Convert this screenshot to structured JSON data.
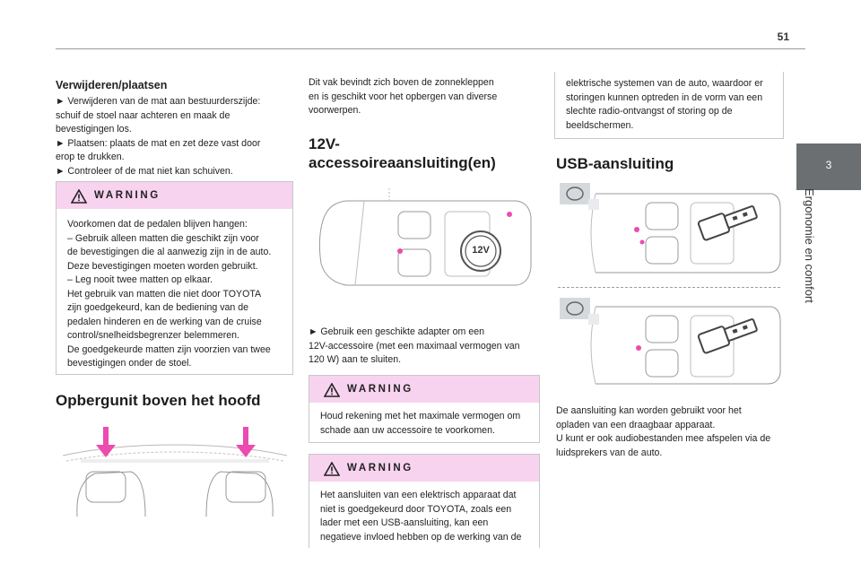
{
  "page_number": "51",
  "side_tab": {
    "number": "3",
    "label": "Ergonomie en comfort"
  },
  "col1": {
    "heading": "Verwijderen/plaatsen",
    "text": "► Verwijderen van de mat aan bestuurderszijde:\nschuif de stoel naar achteren en maak de\nbevestigingen los.\n► Plaatsen: plaats de mat en zet deze vast door\nerop te drukken.\n► Controleer of de mat niet kan schuiven.",
    "warning_title": "WARNING",
    "warning_text": "Voorkomen dat de pedalen blijven hangen:\n– Gebruik alleen matten die geschikt zijn voor\nde bevestigingen die al aanwezig zijn in de auto.\nDeze bevestigingen moeten worden gebruikt.\n– Leg nooit twee matten op elkaar.\nHet gebruik van matten die niet door TOYOTA\nzijn goedgekeurd, kan de bediening van de\npedalen hinderen en de werking van de cruise\ncontrol/snelheidsbegrenzer belemmeren.\nDe goedgekeurde matten zijn voorzien van twee\nbevestigingen onder de stoel.",
    "section_heading": "Opbergunit boven het hoofd"
  },
  "col2": {
    "intro_text": "Dit vak bevindt zich boven de zonnekleppen\nen is geschikt voor het opbergen van diverse\nvoorwerpen.",
    "section_heading_line1": "12V-",
    "section_heading_line2": "accessoireaansluiting(en)",
    "socket_label": "12V",
    "instruction_text": "► Gebruik een geschikte adapter om een\n12V-accessoire (met een maximaal vermogen van\n120 W) aan te sluiten.",
    "warning1_title": "WARNING",
    "warning1_text": "Houd rekening met het maximale vermogen om\nschade aan uw accessoire te voorkomen.",
    "warning2_title": "WARNING",
    "warning2_text": "Het aansluiten van een elektrisch apparaat dat\nniet is goedgekeurd door TOYOTA, zoals een\nlader met een USB-aansluiting, kan een\nnegatieve invloed hebben op de werking van de"
  },
  "col3": {
    "warning_cont_text": "elektrische systemen van de auto, waardoor er\nstoringen kunnen optreden in de vorm van een\nslechte radio-ontvangst of storing op de\nbeeldschermen.",
    "section_heading": "USB-aansluiting",
    "body_text": "De aansluiting kan worden gebruikt voor het\nopladen van een draagbaar apparaat.\nU kunt er ook audiobestanden mee afspelen via de\nluidsprekers van de auto."
  },
  "colors": {
    "warning_header": "#f8d3ef",
    "accent_magenta": "#e83aa8",
    "side_tab": "#6b6f72"
  },
  "icons": [
    "warning-triangle-icon",
    "arrow-down-icon",
    "usb-plug-icon",
    "steering-wheel-icon",
    "seat-icon"
  ]
}
